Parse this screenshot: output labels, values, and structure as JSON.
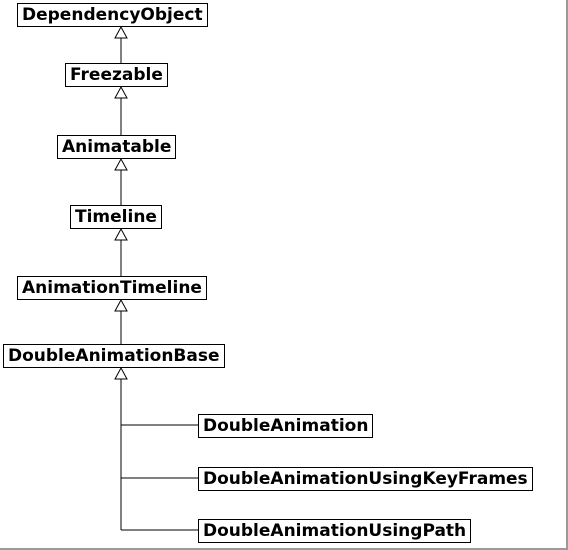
{
  "diagram": {
    "nodes": [
      {
        "id": "dependencyobject",
        "label": "DependencyObject"
      },
      {
        "id": "freezable",
        "label": "Freezable"
      },
      {
        "id": "animatable",
        "label": "Animatable"
      },
      {
        "id": "timeline",
        "label": "Timeline"
      },
      {
        "id": "animationtimeline",
        "label": "AnimationTimeline"
      },
      {
        "id": "doubleanimationbase",
        "label": "DoubleAnimationBase"
      },
      {
        "id": "doubleanimation",
        "label": "DoubleAnimation"
      },
      {
        "id": "doubleanimationusingkeyframes",
        "label": "DoubleAnimationUsingKeyFrames"
      },
      {
        "id": "doubleanimationusingpath",
        "label": "DoubleAnimationUsingPath"
      }
    ],
    "edges": [
      {
        "from": "freezable",
        "to": "dependencyobject",
        "type": "inheritance"
      },
      {
        "from": "animatable",
        "to": "freezable",
        "type": "inheritance"
      },
      {
        "from": "timeline",
        "to": "animatable",
        "type": "inheritance"
      },
      {
        "from": "animationtimeline",
        "to": "timeline",
        "type": "inheritance"
      },
      {
        "from": "doubleanimationbase",
        "to": "animationtimeline",
        "type": "inheritance"
      },
      {
        "from": "doubleanimation",
        "to": "doubleanimationbase",
        "type": "inheritance"
      },
      {
        "from": "doubleanimationusingkeyframes",
        "to": "doubleanimationbase",
        "type": "inheritance"
      },
      {
        "from": "doubleanimationusingpath",
        "to": "doubleanimationbase",
        "type": "inheritance"
      }
    ]
  }
}
